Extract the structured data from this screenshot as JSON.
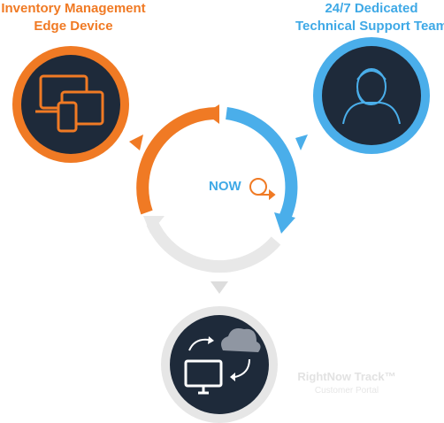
{
  "nodes": {
    "inventory": {
      "line1": "Inventory Management",
      "line2": "Edge Device",
      "icon": "devices-icon",
      "color": "#f07a24"
    },
    "support": {
      "line1": "24/7 Dedicated",
      "line2": "Technical Support Team",
      "icon": "support-agent-icon",
      "color": "#3fa9e6"
    },
    "track": {
      "line1": "RightNow Track™",
      "line2": "Customer Portal",
      "icon": "cloud-sync-monitor-icon",
      "color": "#e2e2e2"
    }
  },
  "center": {
    "label": "NOW",
    "icon": "cycle-arrow-icon"
  },
  "colors": {
    "orange": "#f07a24",
    "blue": "#3fa9e6",
    "gray": "#dddddd",
    "node_fill": "#1e2a3a"
  }
}
